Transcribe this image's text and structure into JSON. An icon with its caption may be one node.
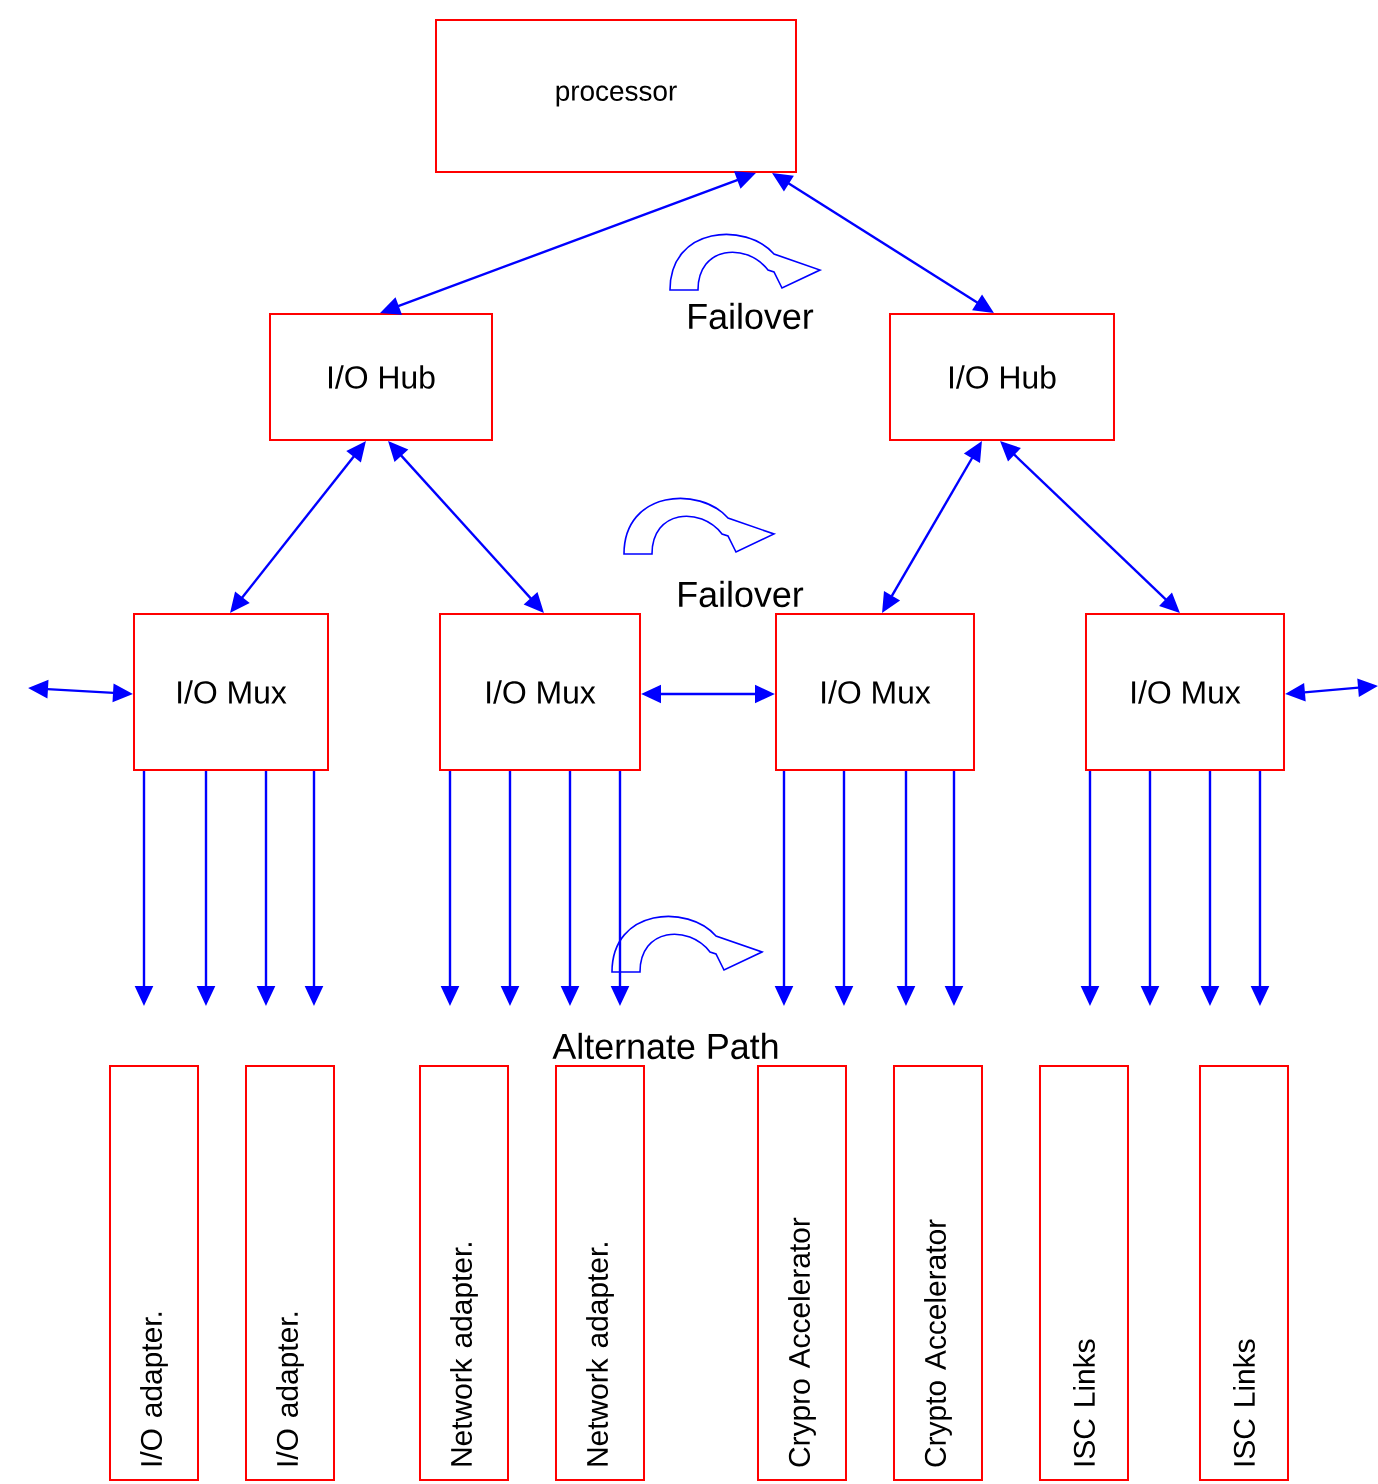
{
  "diagram": {
    "nodes": [
      {
        "text": [
          "processor"
        ]
      },
      {
        "text": [
          "I/O Hub"
        ]
      },
      {
        "text": [
          "I/O Hub"
        ]
      },
      {
        "text": [
          "I/O Mux"
        ]
      },
      {
        "text": [
          "I/O Mux"
        ]
      },
      {
        "text": [
          "I/O Mux"
        ]
      },
      {
        "text": [
          "I/O Mux"
        ]
      },
      {
        "text": [
          "I/O adapter."
        ]
      },
      {
        "text": [
          "I/O adapter."
        ]
      },
      {
        "text": [
          "Network adapter."
        ]
      },
      {
        "text": [
          "Network adapter."
        ]
      },
      {
        "text": [
          "Crypro Accelerator"
        ]
      },
      {
        "text": [
          "Crypto Accelerator"
        ]
      },
      {
        "text": [
          "ISC Links"
        ]
      },
      {
        "text": [
          "ISC Links"
        ]
      }
    ],
    "edges": [
      {
        "from": 0,
        "to": 1,
        "arrow": "both"
      },
      {
        "from": 0,
        "to": 2,
        "arrow": "both"
      },
      {
        "from": 1,
        "to": 3,
        "arrow": "both"
      },
      {
        "from": 1,
        "to": 4,
        "arrow": "both"
      },
      {
        "from": 2,
        "to": 5,
        "arrow": "both"
      },
      {
        "from": 2,
        "to": 6,
        "arrow": "both"
      },
      {
        "from": 4,
        "to": 5,
        "arrow": "both"
      },
      {
        "from": null,
        "to": 3,
        "arrow": "both"
      },
      {
        "from": 6,
        "to": null,
        "arrow": "both"
      },
      {
        "from": 3,
        "to": null,
        "arrow": "to"
      },
      {
        "from": 3,
        "to": null,
        "arrow": "to"
      },
      {
        "from": 3,
        "to": null,
        "arrow": "to"
      },
      {
        "from": 3,
        "to": null,
        "arrow": "to"
      },
      {
        "from": 4,
        "to": null,
        "arrow": "to"
      },
      {
        "from": 4,
        "to": null,
        "arrow": "to"
      },
      {
        "from": 4,
        "to": null,
        "arrow": "to"
      },
      {
        "from": 4,
        "to": null,
        "arrow": "to"
      },
      {
        "from": 5,
        "to": null,
        "arrow": "to"
      },
      {
        "from": 5,
        "to": null,
        "arrow": "to"
      },
      {
        "from": 5,
        "to": null,
        "arrow": "to"
      },
      {
        "from": 5,
        "to": null,
        "arrow": "to"
      },
      {
        "from": 6,
        "to": null,
        "arrow": "to"
      },
      {
        "from": 6,
        "to": null,
        "arrow": "to"
      },
      {
        "from": 6,
        "to": null,
        "arrow": "to"
      },
      {
        "from": 6,
        "to": null,
        "arrow": "to"
      }
    ],
    "labels": [
      "Failover",
      "Failover",
      "Alternate Path"
    ]
  }
}
